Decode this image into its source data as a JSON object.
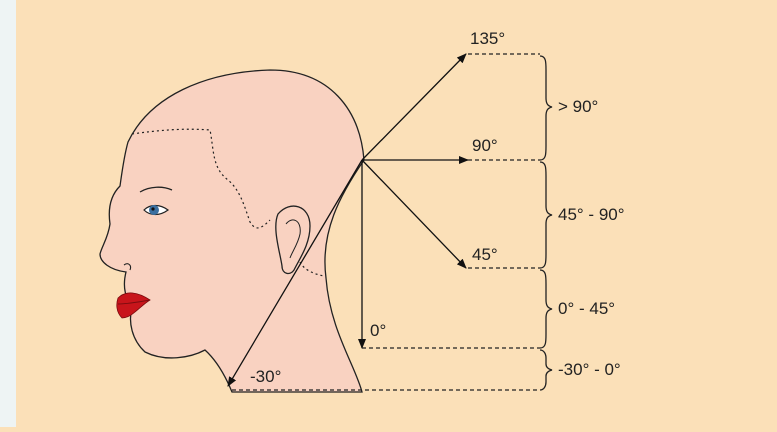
{
  "diagram": {
    "background_color": "#fbe0b8",
    "skin_color": "#f9d2c1",
    "lip_color": "#c8151b",
    "eye_color": "#3b6fa0",
    "angles": {
      "a135": "135°",
      "a90": "90°",
      "a45": "45°",
      "a0": "0°",
      "am30": "-30°"
    },
    "ranges": {
      "over90": "> 90°",
      "r45_90": "45° - 90°",
      "r0_45": "0° - 45°",
      "rm30_0": "-30° - 0°"
    }
  }
}
